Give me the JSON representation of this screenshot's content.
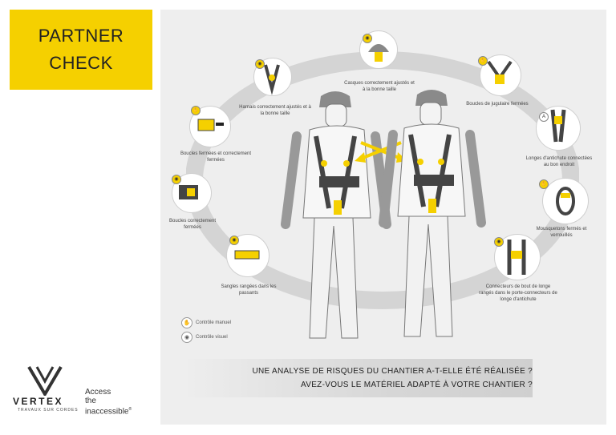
{
  "title": {
    "line1": "PARTNER",
    "line2": "CHECK"
  },
  "captions": {
    "helmets": "Casques correctement ajustés et à la bonne taille",
    "harness": "Harnais correctement ajustés et à la bonne taille",
    "buckles_closed": "Boucles fermées et correctement fermées",
    "buckles_correct": "Boucles correctement fermées",
    "straps": "Sangles rangées dans les passants",
    "chin_buckles": "Boucles de jugulaire fermées",
    "lanyards": "Longes d'antichute connectées au bon endroit",
    "carabiners": "Mousquetons fermés et verrouillés",
    "connectors": "Connecteurs de bout de longe rangés dans le porte-connecteurs de longe d'antichute"
  },
  "legend": {
    "manual": "Contrôle manuel",
    "visual": "Contrôle visuel"
  },
  "questions": {
    "q1": "UNE ANALYSE DE RISQUES DU CHANTIER A-T-ELLE ÉTÉ RÉALISÉE ?",
    "q2": "AVEZ-VOUS LE MATÉRIEL ADAPTÉ À VOTRE CHANTIER ?"
  },
  "brand": {
    "name": "VERTEX",
    "subtitle": "TRAVAUX SUR CORDES",
    "tagline_1": "Access",
    "tagline_2": "the",
    "tagline_3": "inaccessible",
    "tagline_mark": "®"
  },
  "callout_letter": "A",
  "icons": [
    "eye-icon",
    "hand-icon",
    "arrows-cross-icon",
    "vertex-logo-icon"
  ],
  "colors": {
    "accent": "#f5d000",
    "panel": "#eeeeee",
    "text": "#222222"
  }
}
